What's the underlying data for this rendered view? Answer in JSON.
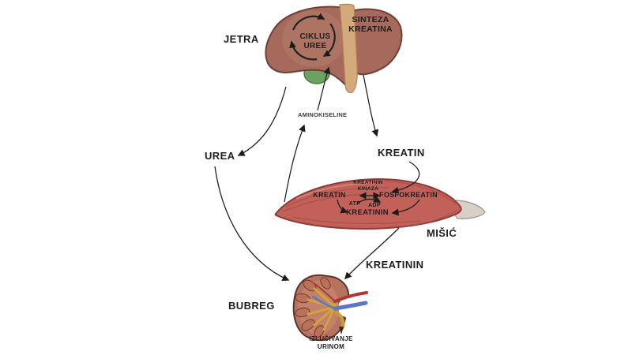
{
  "labels": {
    "liver": "JETRA",
    "urea_cycle": "CIKLUS\nUREE",
    "creatine_synthesis": "SINTEZA\nKREATINA",
    "amino_acids": "AMINOKISELINE",
    "urea": "UREA",
    "creatine": "KREATIN",
    "muscle": "MIŠIĆ",
    "creatinine": "KREATININ",
    "kidney": "BUBREG",
    "urine_excretion": "IZLUČIVANJE\nURINOM",
    "muscle_reaction": {
      "creatine": "KREATIN",
      "enzyme": "KREATININ\nKINAZA",
      "phosphocreatine": "FOSFOKREATIN",
      "atp": "ATP",
      "adp": "ADP",
      "creatinine": "KREATININ"
    }
  },
  "colors": {
    "background": "#ffffff",
    "liver": "#a56a5b",
    "liver_highlight": "#b57e6c",
    "liver_outline": "#6e4038",
    "ligament": "#d4a97c",
    "ligament_outline": "#b08757",
    "gallbladder": "#6ba25f",
    "gallbladder_outline": "#4c7b42",
    "muscle": "#c2605a",
    "muscle_outline": "#8e3b37",
    "tendon": "#d6d0c8",
    "tendon_outline": "#9d968e",
    "kidney": "#b8735f",
    "kidney_inner": "#c2836c",
    "kidney_outline": "#5d342c",
    "renal_pelvis": "#d2a33c",
    "ureter": "#c79b39",
    "artery": "#b03830",
    "vein": "#5b76c8",
    "arrow": "#1c1c1c",
    "text": "#1e1e1e"
  }
}
